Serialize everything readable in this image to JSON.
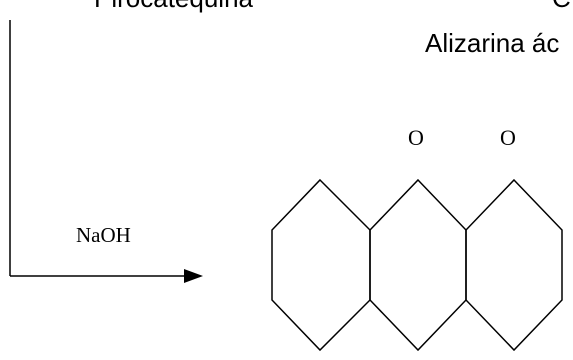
{
  "labels": {
    "top_left_partial": "Pirocatequina",
    "top_right_partial": "C",
    "product_name": "Alizarina ác",
    "reagent": "NaOH",
    "carbonyl_left": "O",
    "carbonyl_right": "O"
  },
  "colors": {
    "stroke": "#000000",
    "background": "#ffffff"
  }
}
